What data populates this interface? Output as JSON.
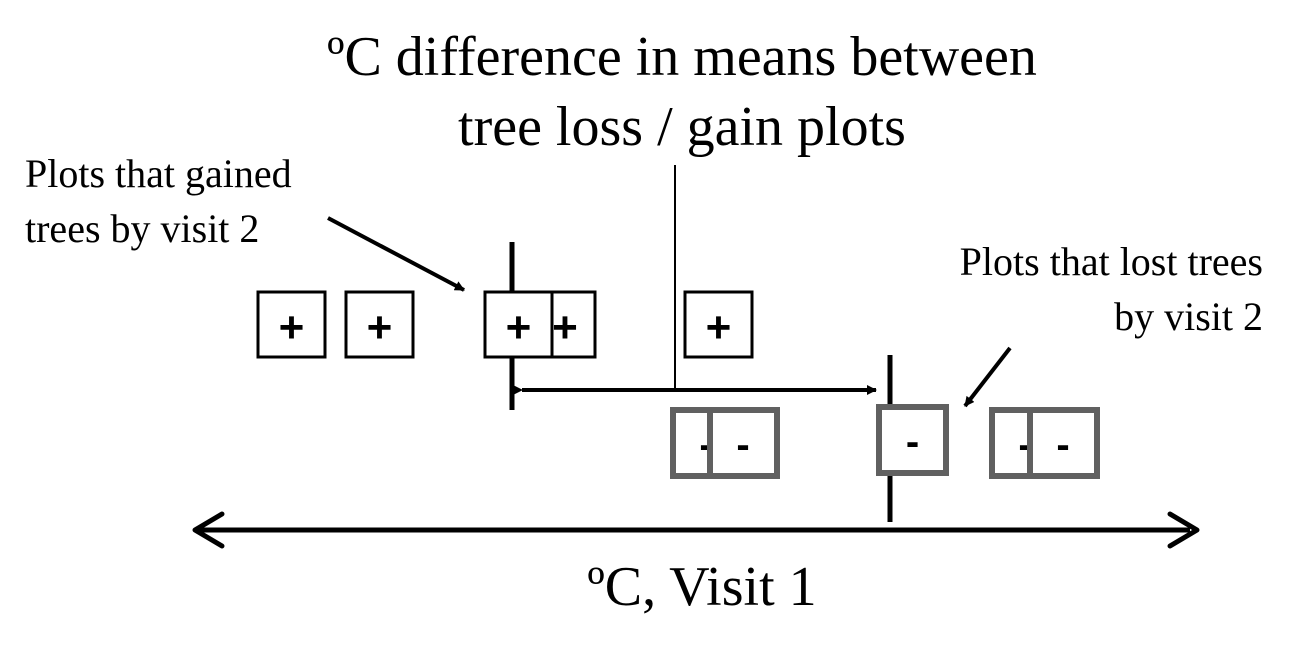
{
  "title": {
    "line1": "ºC difference in means between",
    "line2": "tree loss / gain plots"
  },
  "annotations": {
    "gained": {
      "line1": "Plots that gained",
      "line2": "trees by visit 2"
    },
    "lost": {
      "line1": "Plots that lost trees",
      "line2": "by visit 2"
    }
  },
  "axis": {
    "label": "ºC, Visit 1"
  },
  "markers": {
    "gain_symbol": "+",
    "loss_symbol": "-"
  },
  "colors": {
    "ink": "#000000",
    "loss_box": "#606060",
    "background": "#ffffff"
  }
}
